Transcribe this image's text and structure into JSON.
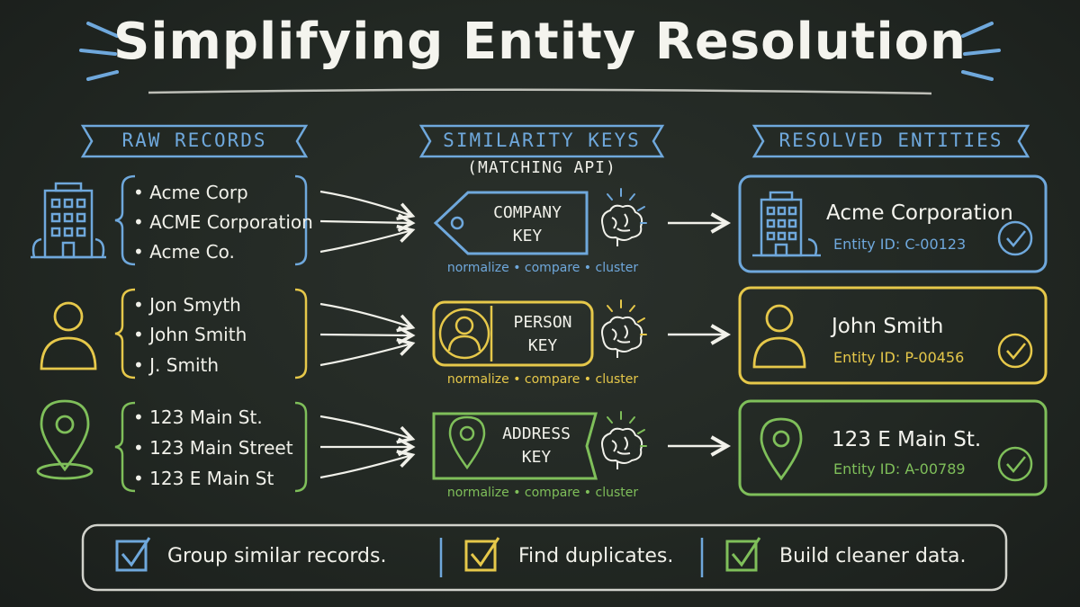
{
  "title": "Simplifying Entity Resolution",
  "colors": {
    "blue": "#6fa8dc",
    "yellow": "#e6c84a",
    "green": "#7fbf5a",
    "chalk": "#f1f1ea"
  },
  "columns": {
    "raw": "RAW RECORDS",
    "keys": "SIMILARITY KEYS",
    "keys_sub": "(MATCHING API)",
    "resolved": "RESOLVED ENTITIES"
  },
  "rows": [
    {
      "icon": "building-icon",
      "records": [
        "Acme Corp",
        "ACME Corporation",
        "Acme Co."
      ],
      "key_line1": "COMPANY",
      "key_line2": "KEY",
      "steps": "normalize • compare • cluster",
      "entity_name": "Acme Corporation",
      "entity_id": "Entity ID: C-00123"
    },
    {
      "icon": "person-icon",
      "records": [
        "Jon Smyth",
        "John Smith",
        "J. Smith"
      ],
      "key_line1": "PERSON",
      "key_line2": "KEY",
      "steps": "normalize • compare • cluster",
      "entity_name": "John Smith",
      "entity_id": "Entity ID: P-00456"
    },
    {
      "icon": "location-pin-icon",
      "records": [
        "123 Main St.",
        "123 Main Street",
        "123 E Main St"
      ],
      "key_line1": "ADDRESS",
      "key_line2": "KEY",
      "steps": "normalize • compare • cluster",
      "entity_name": "123 E Main St.",
      "entity_id": "Entity ID: A-00789"
    }
  ],
  "benefits": [
    "Group similar records.",
    "Find duplicates.",
    "Build cleaner data."
  ]
}
